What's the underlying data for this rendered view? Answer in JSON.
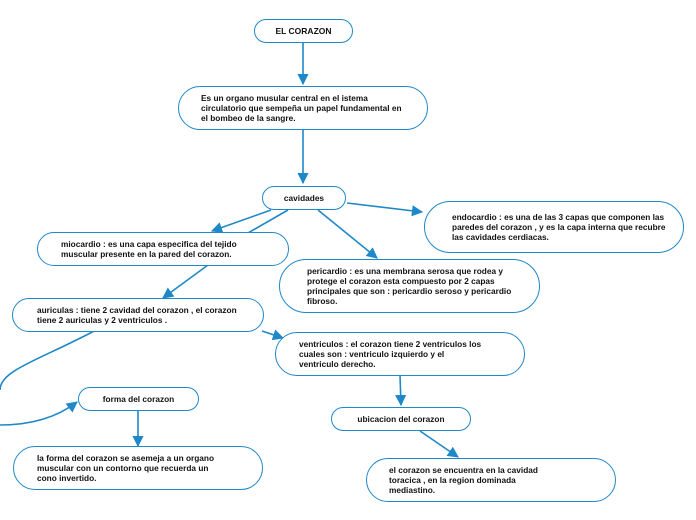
{
  "colors": {
    "accent": "#1e88c8",
    "text": "#111111",
    "background": "#ffffff"
  },
  "nodes": {
    "title": "EL CORAZON",
    "definition": "Es un organo musular central en el istema circulatorio que sempeña un papel fundamental en el bombeo de la sangre.",
    "cavidades": "cavidades",
    "endocardio": "endocardio : es una de las 3 capas que componen las paredes del corazon , y es la capa interna que recubre las cavidades cerdiacas.",
    "miocardio": "miocardio : es una capa especifica del tejido muscular presente en la pared del corazon.",
    "pericardio": "pericardio : es una membrana serosa que rodea y protege el corazon esta compuesto por 2 capas principales que son : pericardio seroso y pericardio fibroso.",
    "auriculas": "auriculas : tiene 2 cavidad del corazon , el corazon tiene 2 auriculas y 2 ventriculos .",
    "ventriculos": "ventriculos : el corazon tiene 2 ventriculos los cuales son : ventriculo izquierdo y el ventriculo derecho.",
    "forma": "forma del corazon",
    "forma_desc": "la forma del corazon se asemeja a un organo muscular con un contorno que recuerda un cono invertido.",
    "ubicacion": "ubicacion del corazon",
    "ubicacion_desc": "el corazon se encuentra en la cavidad toracica , en la region dominada mediastino."
  }
}
